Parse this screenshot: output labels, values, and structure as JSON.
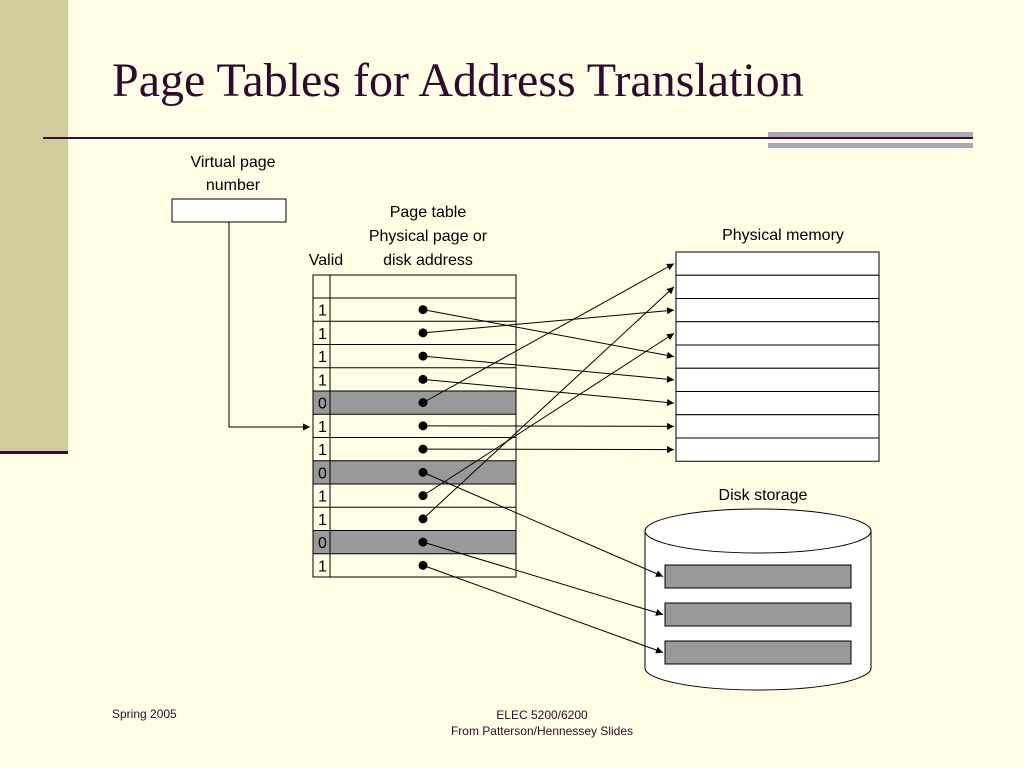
{
  "slide": {
    "title": "Page Tables for Address Translation"
  },
  "diagram": {
    "vpn_label": [
      "Virtual page",
      "number"
    ],
    "page_table_title": "Page table",
    "page_table_header": [
      "Physical page or",
      "disk address"
    ],
    "valid_header": "Valid",
    "physical_memory_label": "Physical memory",
    "disk_storage_label": "Disk storage",
    "valid_bits": [
      "1",
      "1",
      "1",
      "1",
      "0",
      "1",
      "1",
      "0",
      "1",
      "1",
      "0",
      "1"
    ],
    "colors": {
      "invalid_row": "#999999",
      "disk_block": "#999999",
      "ink": "#000000",
      "title": "#2e0a31"
    }
  },
  "footer": {
    "left": "Spring 2005",
    "course": "ELEC 5200/6200",
    "source": "From Patterson/Hennessey Slides"
  }
}
